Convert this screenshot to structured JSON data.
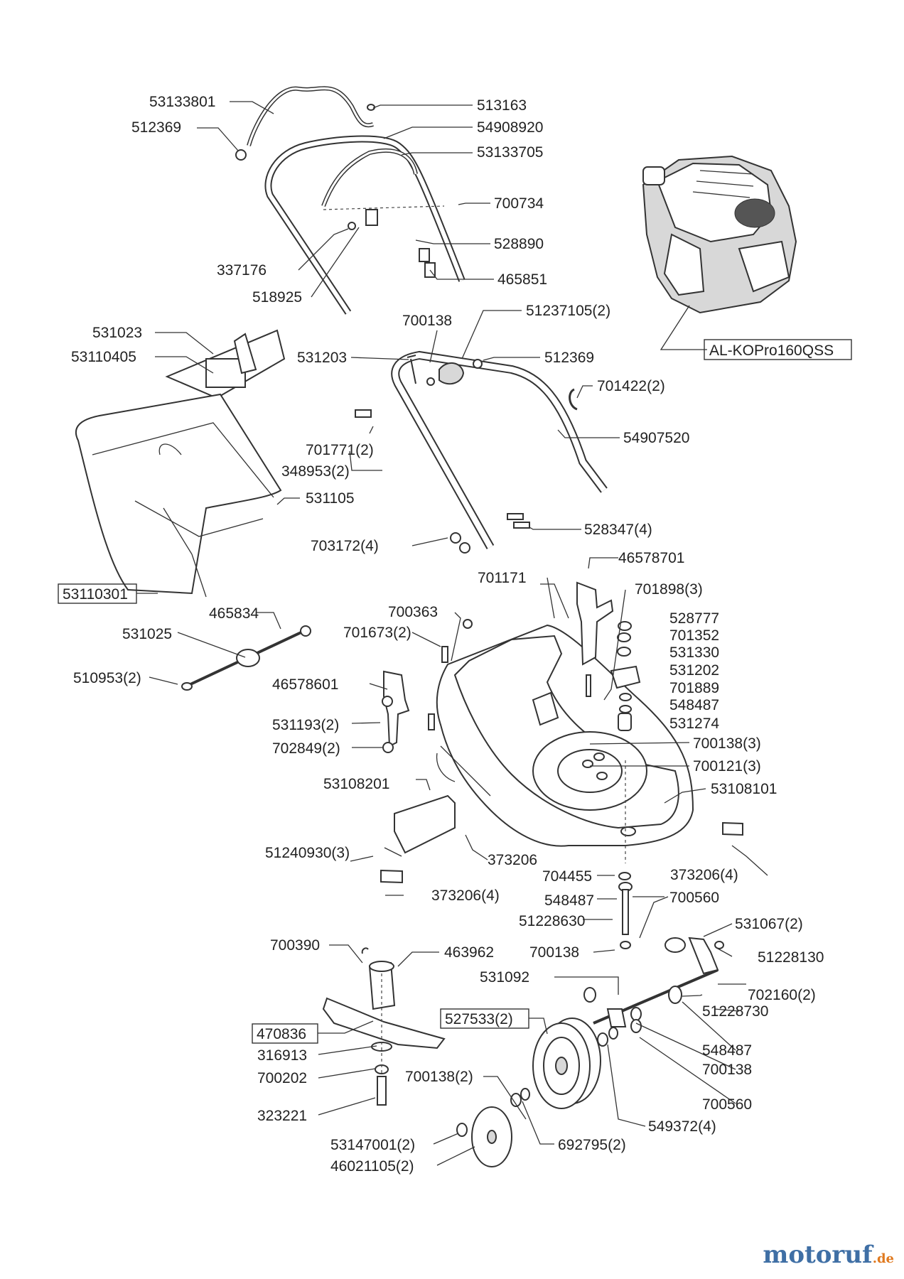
{
  "site": {
    "brand": "motoruf",
    "tld": ".de"
  },
  "engine_label": "AL-KOPro160QSS",
  "boxed_labels": [
    "53110301",
    "470836",
    "527533(2)"
  ],
  "labels": {
    "p53133801": "53133801",
    "p512369a": "512369",
    "p513163": "513163",
    "p54908920": "54908920",
    "p53133705": "53133705",
    "p700734": "700734",
    "p528890": "528890",
    "p337176": "337176",
    "p465851": "465851",
    "p518925": "518925",
    "p700138a": "700138",
    "p51237105": "51237105(2)",
    "p531023": "531023",
    "p53110405": "53110405",
    "p531203": "531203",
    "p512369b": "512369",
    "p701422": "701422(2)",
    "p54907520": "54907520",
    "p701771": "701771(2)",
    "p348953": "348953(2)",
    "p531105": "531105",
    "p528347": "528347(4)",
    "p703172": "703172(4)",
    "p46578701": "46578701",
    "p701171": "701171",
    "p701898": "701898(3)",
    "p465834": "465834",
    "p700363": "700363",
    "p701673": "701673(2)",
    "p528777": "528777",
    "p531025": "531025",
    "p701352": "701352",
    "p531330": "531330",
    "p510953": "510953(2)",
    "p46578601": "46578601",
    "p531202": "531202",
    "p701889": "701889",
    "p548487a": "548487",
    "p531193": "531193(2)",
    "p531274": "531274",
    "p702849": "702849(2)",
    "p700138b": "700138(3)",
    "p700121": "700121(3)",
    "p53108201": "53108201",
    "p53108101": "53108101",
    "p51240930": "51240930(3)",
    "p373206a": "373206",
    "p373206b": "373206(4)",
    "p704455": "704455",
    "p373206c": "373206(4)",
    "p548487b": "548487",
    "p700560a": "700560",
    "p51228630": "51228630",
    "p531067": "531067(2)",
    "p700390": "700390",
    "p463962": "463962",
    "p700138c": "700138",
    "p51228130": "51228130",
    "p531092": "531092",
    "p702160": "702160(2)",
    "p51228730": "51228730",
    "p316913": "316913",
    "p548487c": "548487",
    "p700202": "700202",
    "p700138d": "700138(2)",
    "p700138e": "700138",
    "p700560b": "700560",
    "p323221": "323221",
    "p549372": "549372(4)",
    "p53147001": "53147001(2)",
    "p692795": "692795(2)",
    "p46021105": "46021105(2)"
  }
}
